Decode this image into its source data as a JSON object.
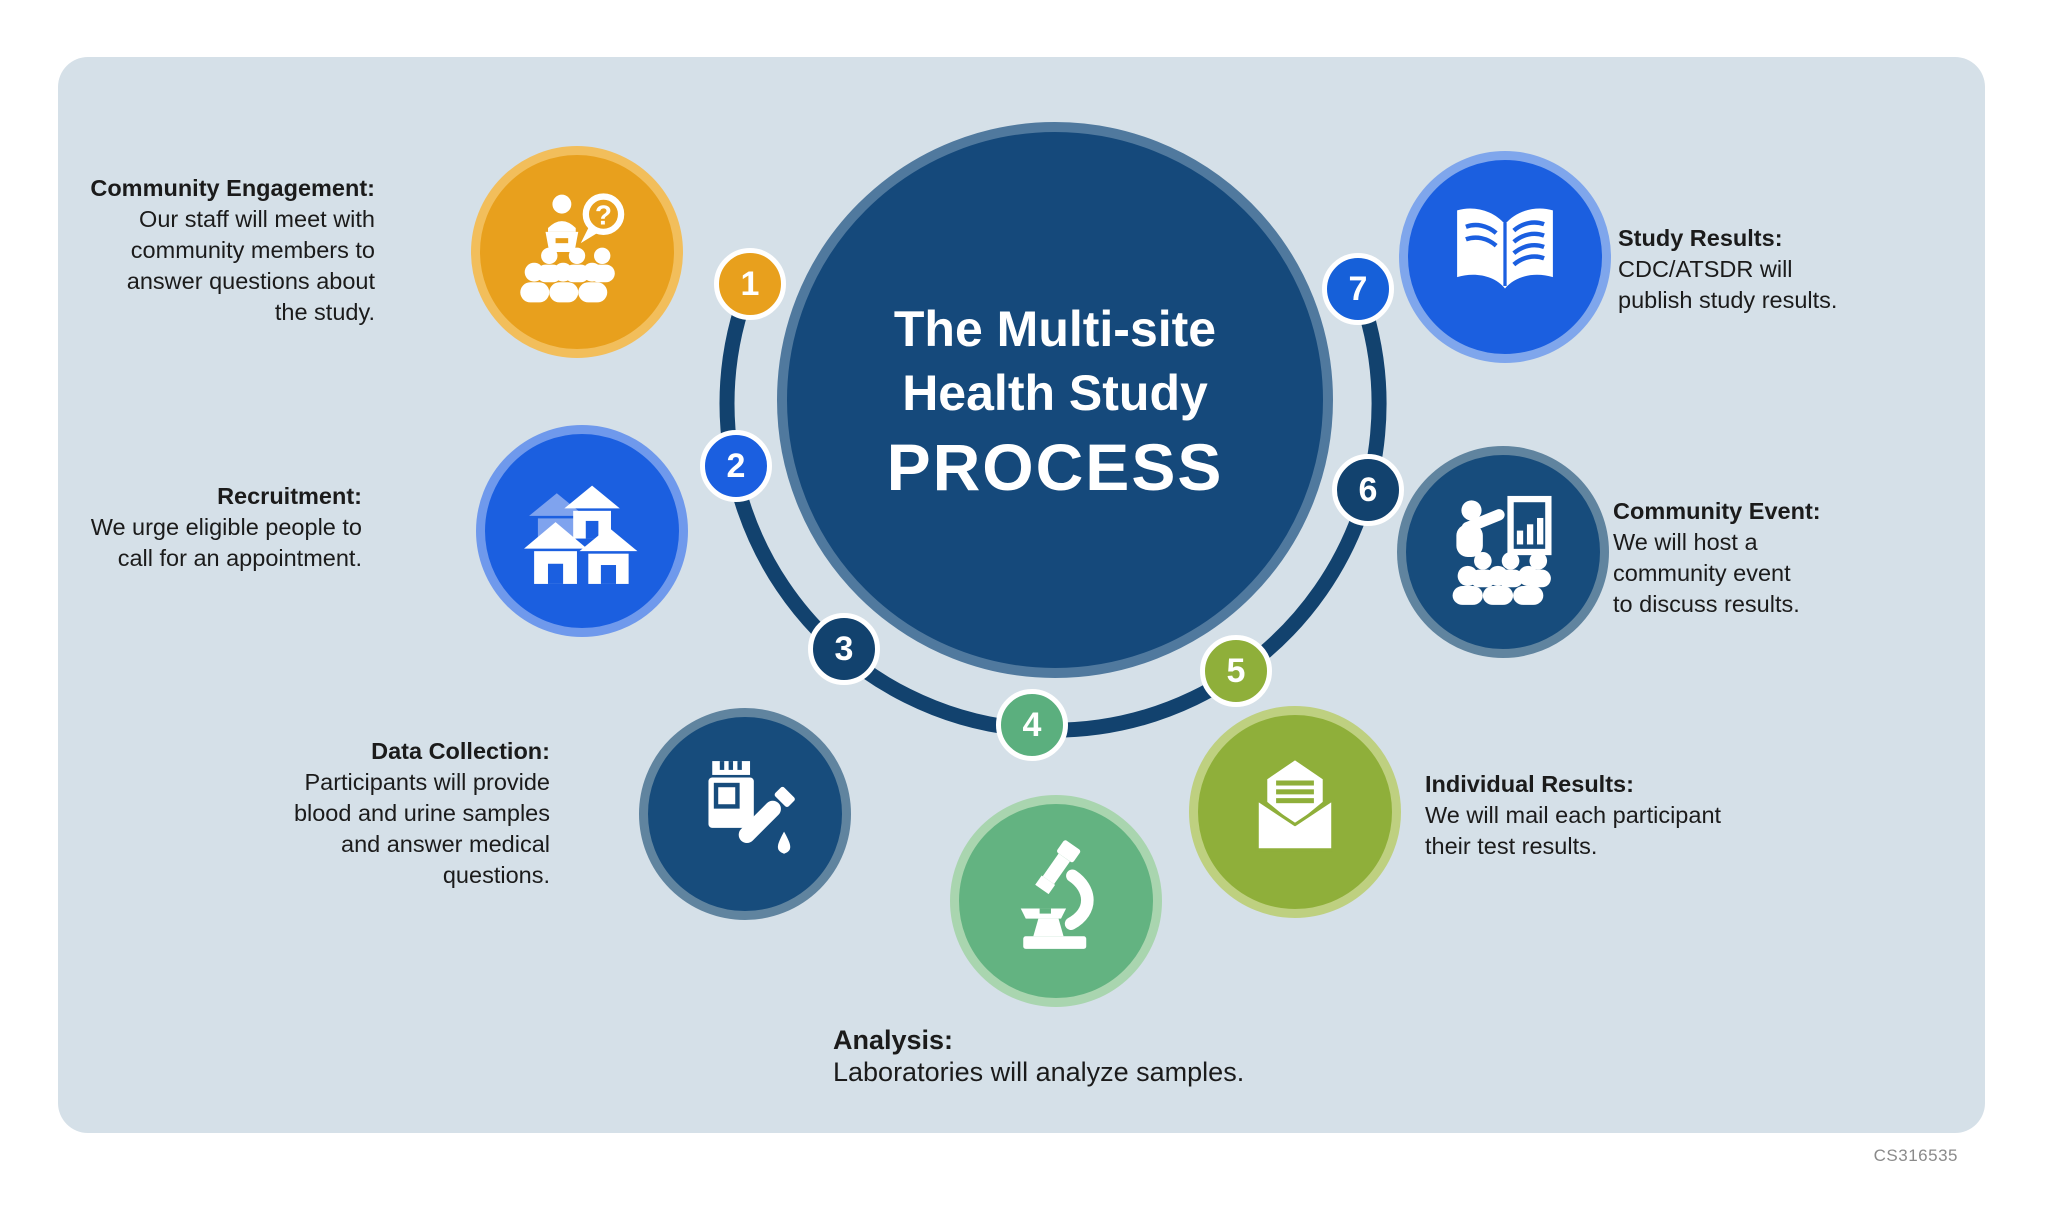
{
  "center": {
    "line1": "The Multi-site",
    "line2": "Health Study",
    "line3": "PROCESS"
  },
  "steps": [
    {
      "number": "1",
      "title": "Community Engagement:",
      "description": "Our staff will meet with\ncommunity members to\nanswer questions about\nthe study.",
      "icon": "audience-question-icon",
      "fill": "#E8A01D",
      "halo": "#F2BE5B"
    },
    {
      "number": "2",
      "title": "Recruitment:",
      "description": "We urge eligible people to\ncall for an appointment.",
      "icon": "houses-icon",
      "fill": "#1B5FE0",
      "halo": "#6F99EC"
    },
    {
      "number": "3",
      "title": "Data Collection:",
      "description": "Participants will provide\nblood and urine samples\nand answer medical\nquestions.",
      "icon": "pill-bottle-test-tube-icon",
      "fill": "#174C7C",
      "halo": "#60849F"
    },
    {
      "number": "4",
      "title": "Analysis:",
      "description": "Laboratories will analyze samples.",
      "icon": "microscope-icon",
      "fill": "#63B381",
      "halo": "#A9D5AF"
    },
    {
      "number": "5",
      "title": "Individual Results:",
      "description": "We will mail each participant\ntheir test results.",
      "icon": "mail-envelope-icon",
      "fill": "#8FAF3A",
      "halo": "#BED080"
    },
    {
      "number": "6",
      "title": "Community Event:",
      "description": "We will host a\ncommunity event\nto discuss results.",
      "icon": "presentation-chart-icon",
      "fill": "#174C7C",
      "halo": "#60849F"
    },
    {
      "number": "7",
      "title": "Study Results:",
      "description": "CDC/ATSDR will\npublish study results.",
      "icon": "open-book-icon",
      "fill": "#1B5FE0",
      "halo": "#7FA6EC"
    }
  ],
  "footer": {
    "code": "CS316535"
  },
  "palette": {
    "page_background": "#FFFFFF",
    "panel_background": "#D5E0E8",
    "orbit_ring": "#12426E",
    "center_fill": "#15497B",
    "center_ring": "#50799E",
    "orange": "#E8A01D",
    "blue": "#1B5FE0",
    "navy": "#174C7C",
    "green": "#63B381",
    "olive": "#8FAF3A",
    "text": "#1B1B1B",
    "code_gray": "#8A8A8A"
  }
}
